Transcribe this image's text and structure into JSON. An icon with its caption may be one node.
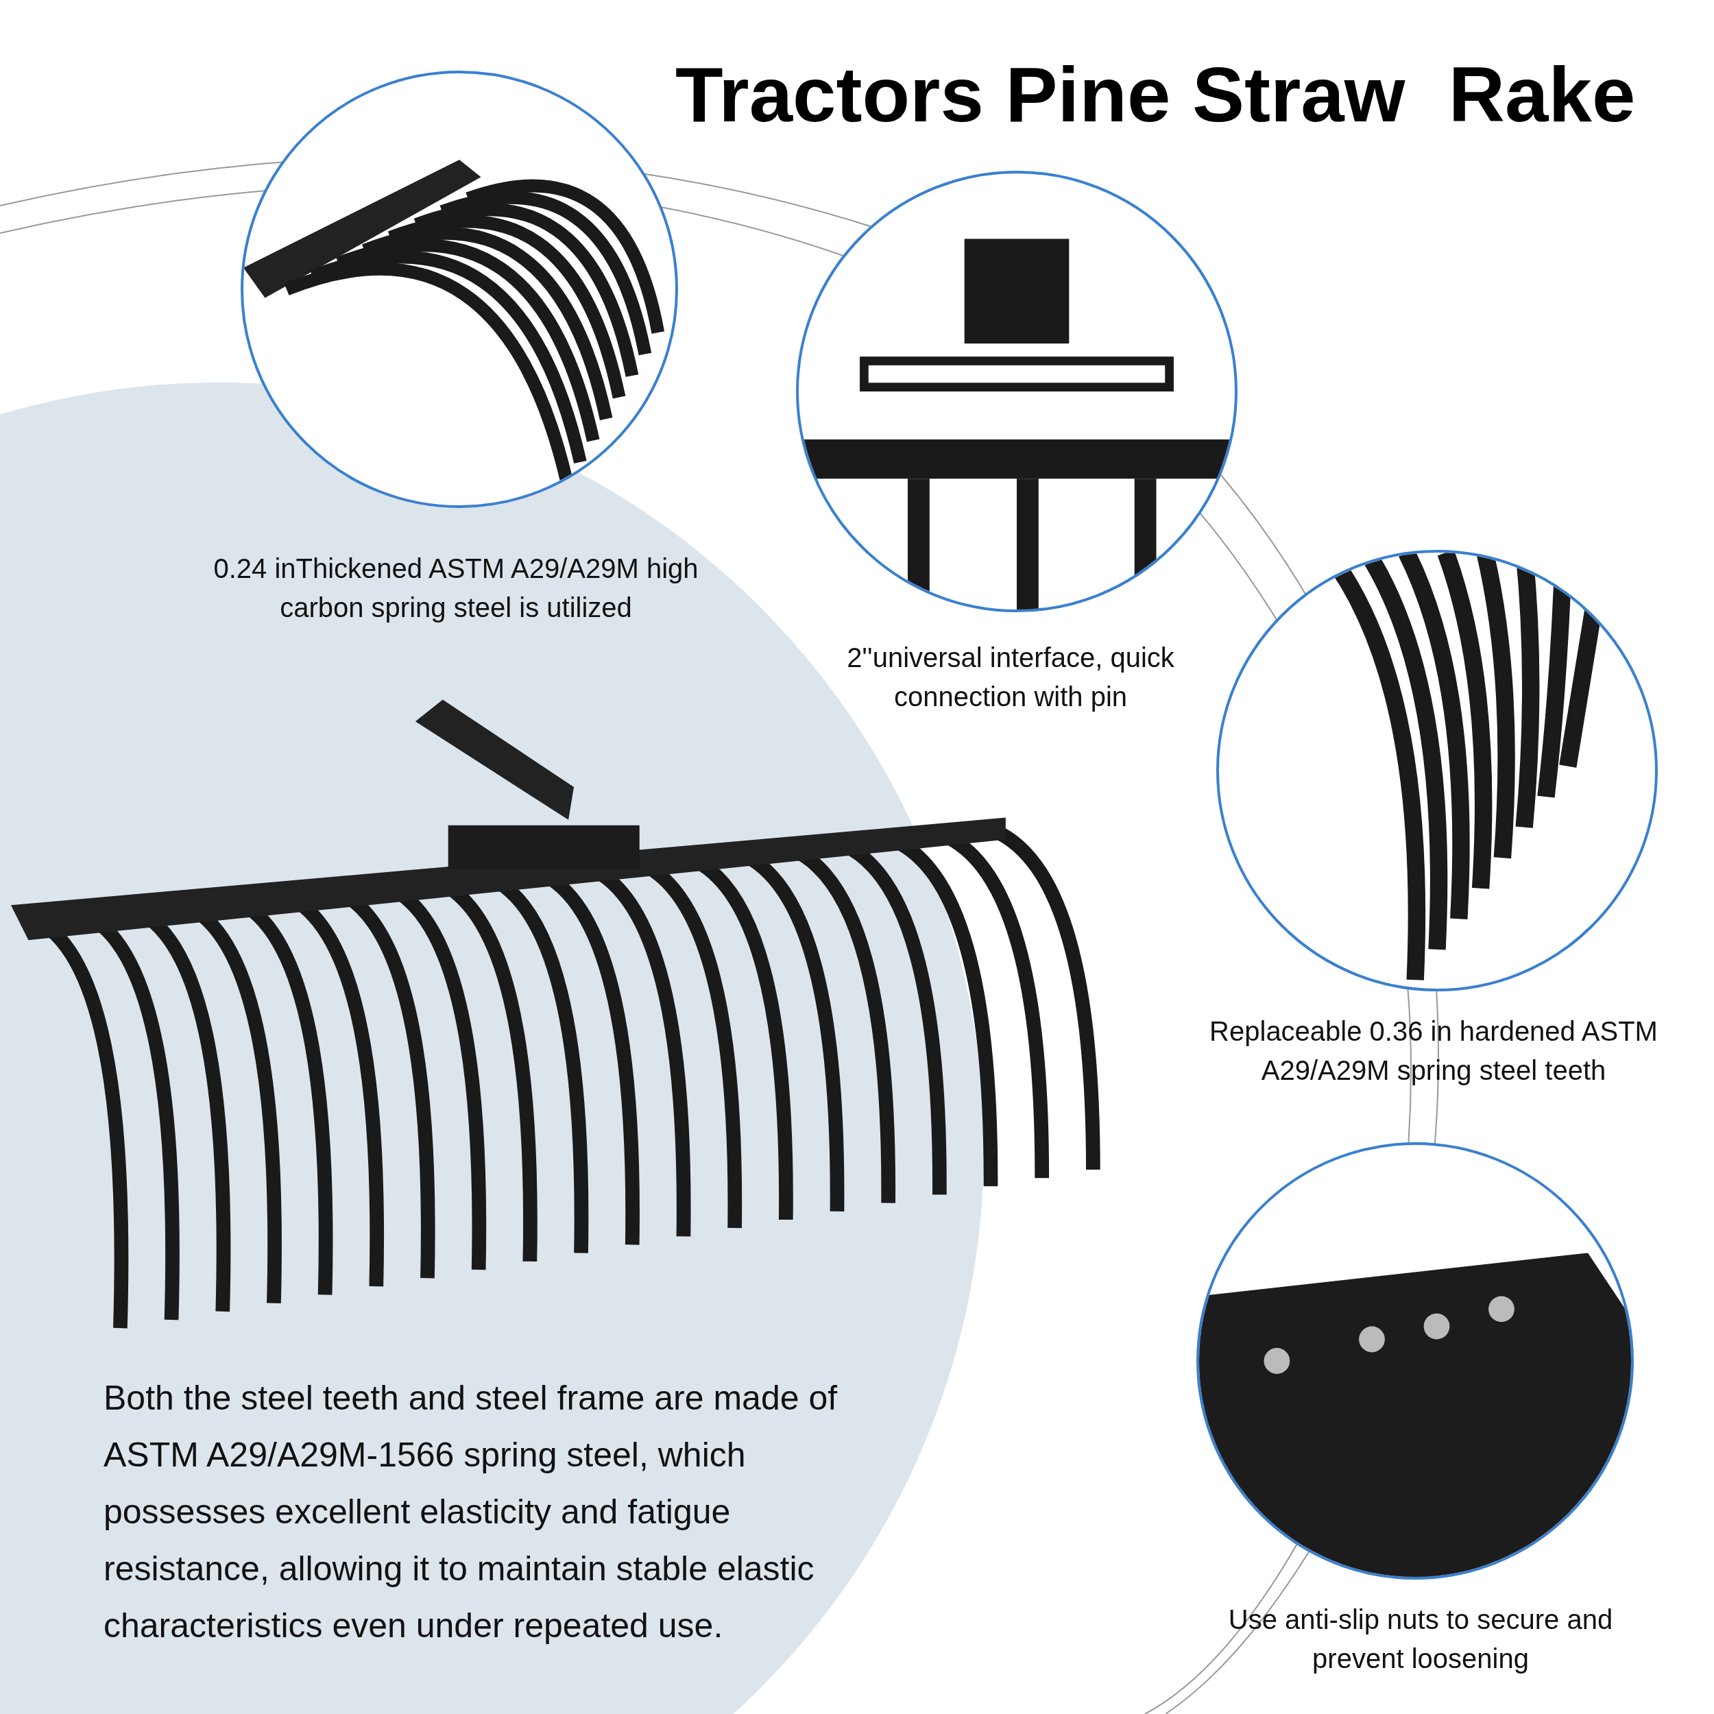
{
  "diagram": {
    "title": "Tractors Pine Straw  Rake",
    "nodes": [
      {
        "text": [],
        "shape": "picture",
        "beside": [
          "0.24 inThickened ASTM A29/A29M high carbon spring steel is utilized"
        ]
      },
      {
        "text": [],
        "shape": "picture",
        "beside": [
          "2''universal interface, quick connection with pin"
        ]
      },
      {
        "text": [],
        "shape": "picture",
        "beside": [
          "Replaceable 0.36 in hardened ASTM A29/A29M spring steel teeth"
        ]
      },
      {
        "text": [],
        "shape": "picture",
        "beside": [
          "Use anti-slip nuts to secure and prevent loosening"
        ]
      }
    ],
    "edges": [],
    "labels": [
      "Both the steel teeth and steel frame are made of ASTM A29/A29M-1566 spring steel, which possesses excellent elasticity and fatigue resistance, allowing it to maintain stable elastic characteristics even under repeated use."
    ]
  }
}
